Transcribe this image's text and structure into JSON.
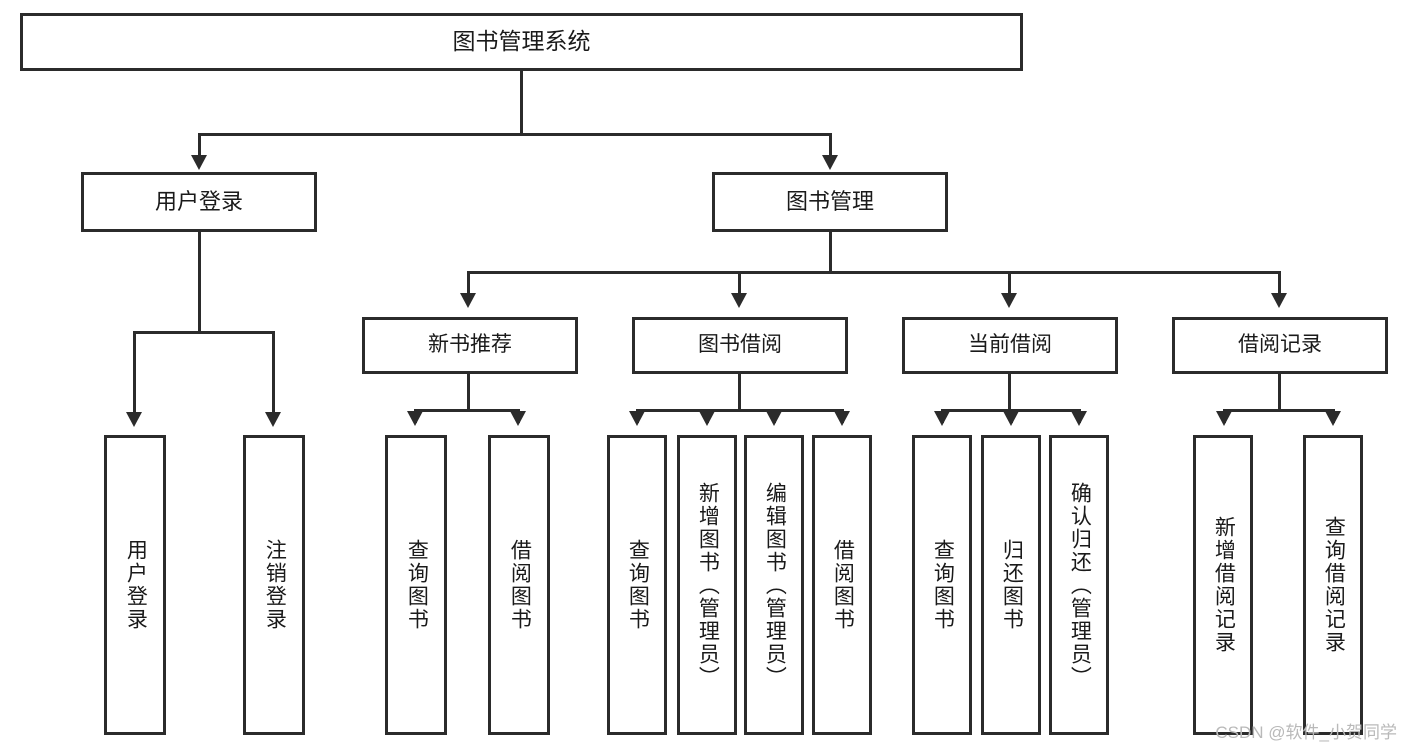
{
  "diagram": {
    "title": "图书管理系统",
    "type": "tree",
    "watermark": "CSDN @软件_小贺同学",
    "stroke_color": "#2b2b2b",
    "fill_color": "#ffffff",
    "text_color": "#1a1a1a"
  },
  "nodes": {
    "root": {
      "label": "图书管理系统"
    },
    "level2": [
      {
        "label": "用户登录"
      },
      {
        "label": "图书管理"
      }
    ],
    "level3": [
      {
        "label": "新书推荐"
      },
      {
        "label": "图书借阅"
      },
      {
        "label": "当前借阅"
      },
      {
        "label": "借阅记录"
      }
    ],
    "leaves": {
      "user_login": [
        {
          "label": "用户登录"
        },
        {
          "label": "注销登录"
        }
      ],
      "new_book_recommend": [
        {
          "label": "查询图书"
        },
        {
          "label": "借阅图书"
        }
      ],
      "book_borrow": [
        {
          "label": "查询图书"
        },
        {
          "label": "新增图书（管理员）"
        },
        {
          "label": "编辑图书（管理员）"
        },
        {
          "label": "借阅图书"
        }
      ],
      "current_borrow": [
        {
          "label": "查询图书"
        },
        {
          "label": "归还图书"
        },
        {
          "label": "确认归还（管理员）"
        }
      ],
      "borrow_record": [
        {
          "label": "新增借阅记录"
        },
        {
          "label": "查询借阅记录"
        }
      ]
    }
  }
}
